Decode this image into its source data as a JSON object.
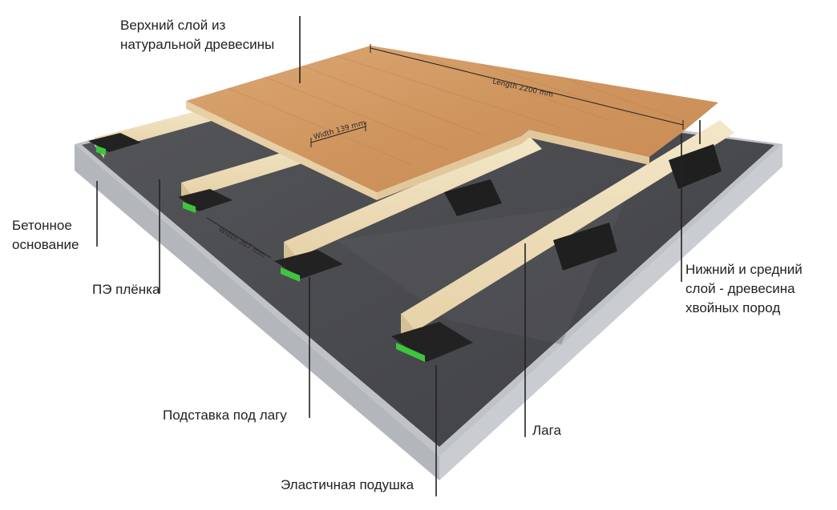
{
  "labels": {
    "top_layer": [
      "Верхний слой из",
      "натуральной древесины"
    ],
    "concrete_base": [
      "Бетонное",
      "основание"
    ],
    "pe_film": "ПЭ плёнка",
    "lower_middle_layer": [
      "Нижний и средний",
      "слой - древесина",
      "хвойных пород"
    ],
    "joist_support": "Подставка под лагу",
    "joist": "Лага",
    "elastic_pad": "Эластичная подушка"
  },
  "dimensions": {
    "length": "Length 2200 mm",
    "board_width": "Width 139 mm",
    "joist_spacing": "Width 367 mm"
  },
  "colors": {
    "concrete_side": "#a9adb3",
    "concrete_top": "#bfc3c8",
    "film": "#4a4b4d",
    "film_sheen": "#5a5b5d",
    "wood_top": "#d49a66",
    "wood_edge": "#e7cfa6",
    "joist_top": "#efe0bd",
    "joist_side": "#dcc89f",
    "support": "#1e1e1e",
    "pad": "#3ec43e",
    "leader": "#222222"
  }
}
